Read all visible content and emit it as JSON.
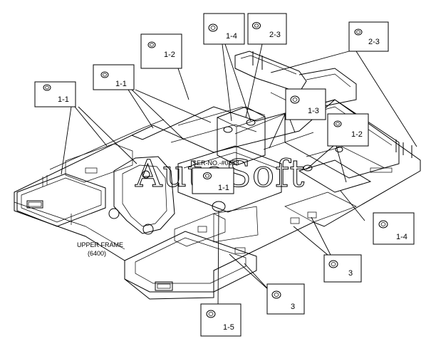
{
  "drawing": {
    "caption_title": "UPPER FRAME",
    "caption_code": "(6400)",
    "serial_note": "SER-NO.-#0853",
    "watermark": "AutoSoft"
  },
  "callouts": [
    {
      "id": "c-1-1-left",
      "label": "1-1"
    },
    {
      "id": "c-1-1-mid",
      "label": "1-1"
    },
    {
      "id": "c-1-2-top",
      "label": "1-2"
    },
    {
      "id": "c-1-4-top",
      "label": "1-4"
    },
    {
      "id": "c-2-3-top",
      "label": "2-3"
    },
    {
      "id": "c-2-3-right",
      "label": "2-3"
    },
    {
      "id": "c-1-3",
      "label": "1-3"
    },
    {
      "id": "c-1-2-right",
      "label": "1-2"
    },
    {
      "id": "c-1-1-center",
      "label": "1-1"
    },
    {
      "id": "c-1-4-right",
      "label": "1-4"
    },
    {
      "id": "c-3-right",
      "label": "3"
    },
    {
      "id": "c-3-bottom",
      "label": "3"
    },
    {
      "id": "c-1-5",
      "label": "1-5"
    }
  ]
}
